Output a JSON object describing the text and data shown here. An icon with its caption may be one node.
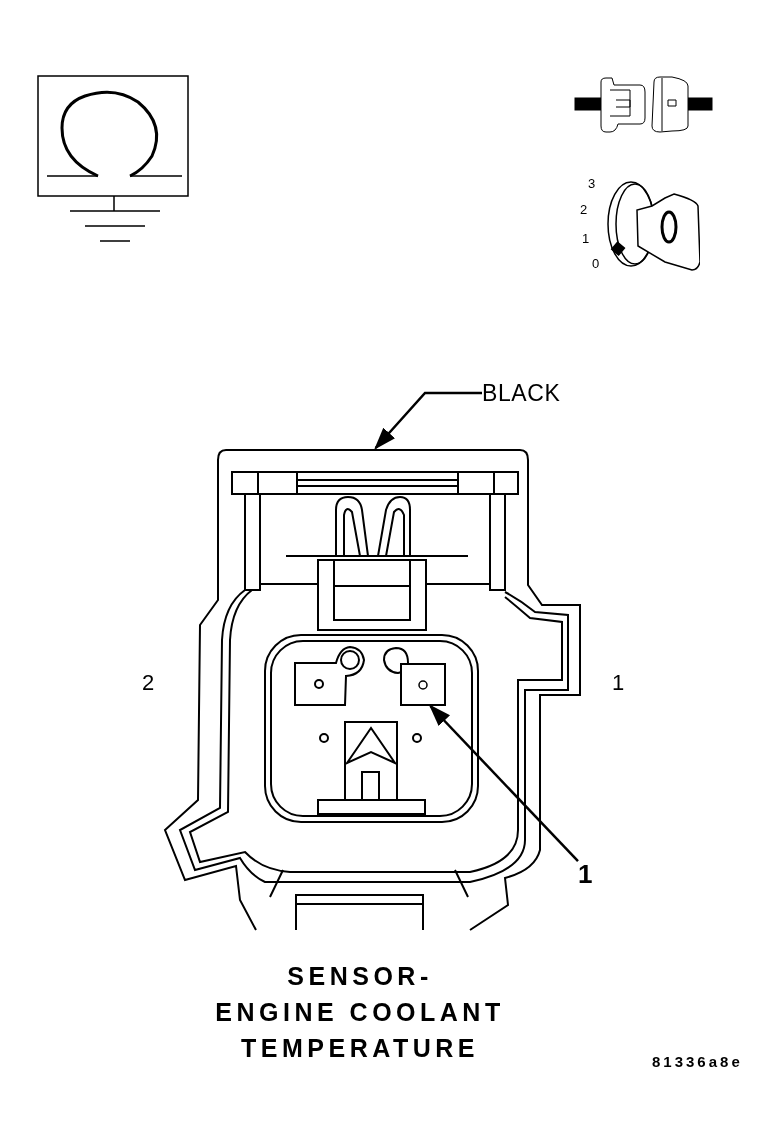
{
  "diagram": {
    "caption": "SENSOR- ENGINE COOLANT TEMPERATURE",
    "nodes": [
      {
        "text": [
          "BLACK"
        ]
      },
      {
        "text": [],
        "shape": "picture"
      },
      {
        "text": [
          "1"
        ]
      },
      {
        "text": [],
        "shape": "box",
        "in": 1
      }
    ],
    "edges": [
      {
        "from": 0,
        "to": 1,
        "arrow": "to"
      },
      {
        "from": 2,
        "to": 3,
        "arrow": "to"
      }
    ],
    "labels": [
      "3",
      "2",
      "1",
      "0",
      "2",
      "1",
      "81336a8e"
    ]
  }
}
